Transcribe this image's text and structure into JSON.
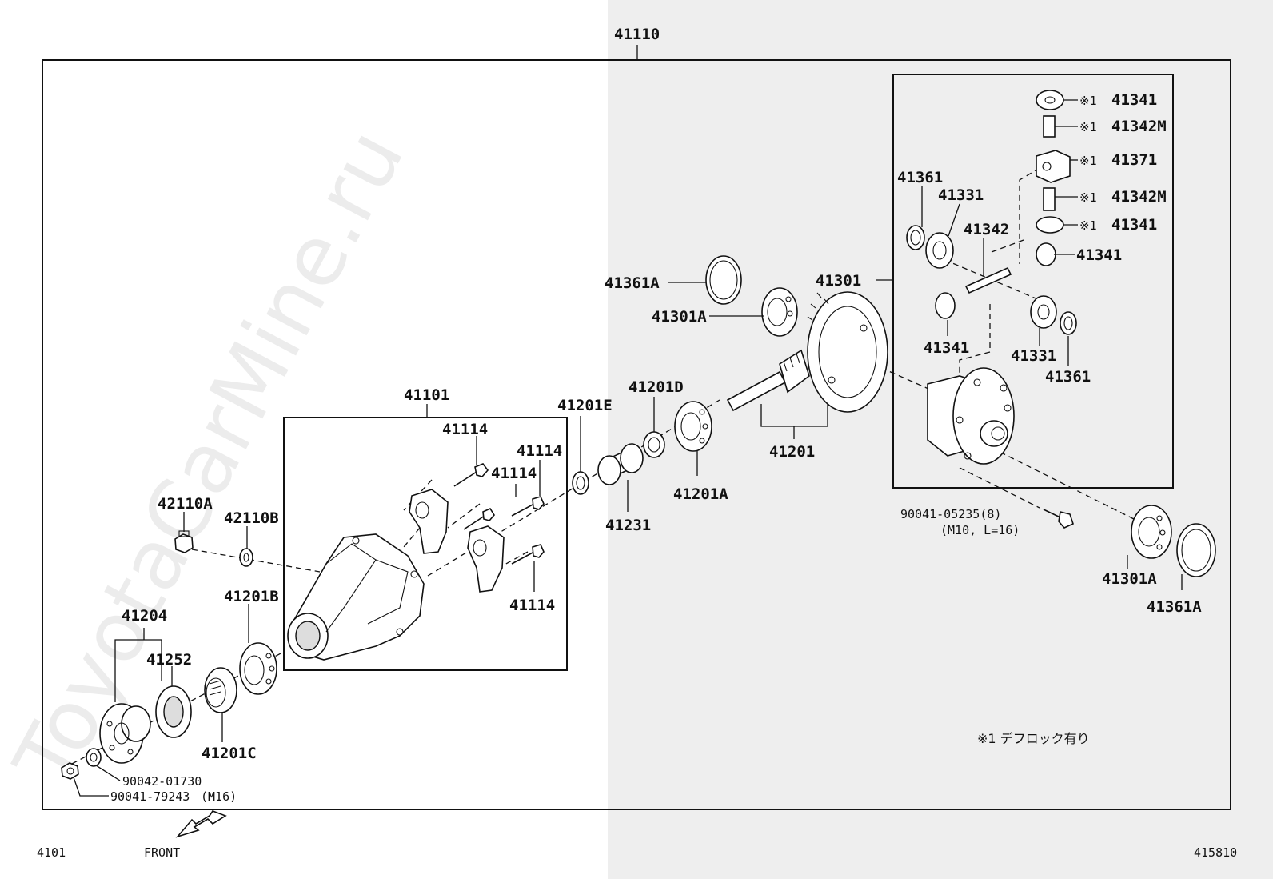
{
  "diagram": {
    "labels": {
      "assembly": "41110",
      "housing": "41101",
      "bolt_a": "41114",
      "bolt_b": "41114",
      "bolt_c": "41114",
      "bolt_d": "41114",
      "plug_a": "42110A",
      "plug_b": "42110B",
      "flange": "41204",
      "oil_seal": "41252",
      "bearing_b": "41201B",
      "bearing_c": "41201C",
      "washer": "90042-01730",
      "nut": "90041-79243",
      "nut_size": "(M16)",
      "spacer_e": "41201E",
      "spacer_d": "41201D",
      "collapsible_spacer": "41231",
      "bearing_a": "41201A",
      "gear_set": "41201",
      "shim_l": "41361A",
      "bearing_l": "41301A",
      "diff_case": "41301",
      "washer_tl": "41361",
      "side_gear_tl": "41331",
      "pinion_shaft": "41342",
      "pinion_a": "41341",
      "pinion_b": "41341",
      "lock_pinion_top": "41341",
      "lock_shaft_top": "41342M",
      "lock_block": "41371",
      "lock_shaft_bot": "41342M",
      "lock_pinion_bot": "41341",
      "side_gear_br": "41331",
      "washer_br": "41361",
      "case_bolt": "90041-05235(8)",
      "case_bolt_size": "(M10, L=16)",
      "bearing_r": "41301A",
      "shim_r": "41361A"
    },
    "marks": {
      "lock_pinion_top": "※1",
      "lock_shaft_top": "※1",
      "lock_block": "※1",
      "lock_shaft_bot": "※1",
      "lock_pinion_bot": "※1"
    },
    "note": "※1 デフロック有り",
    "direction": "FRONT",
    "footer_left": "4101",
    "footer_right": "415810",
    "watermark": "ToyotaCarMine.ru"
  }
}
